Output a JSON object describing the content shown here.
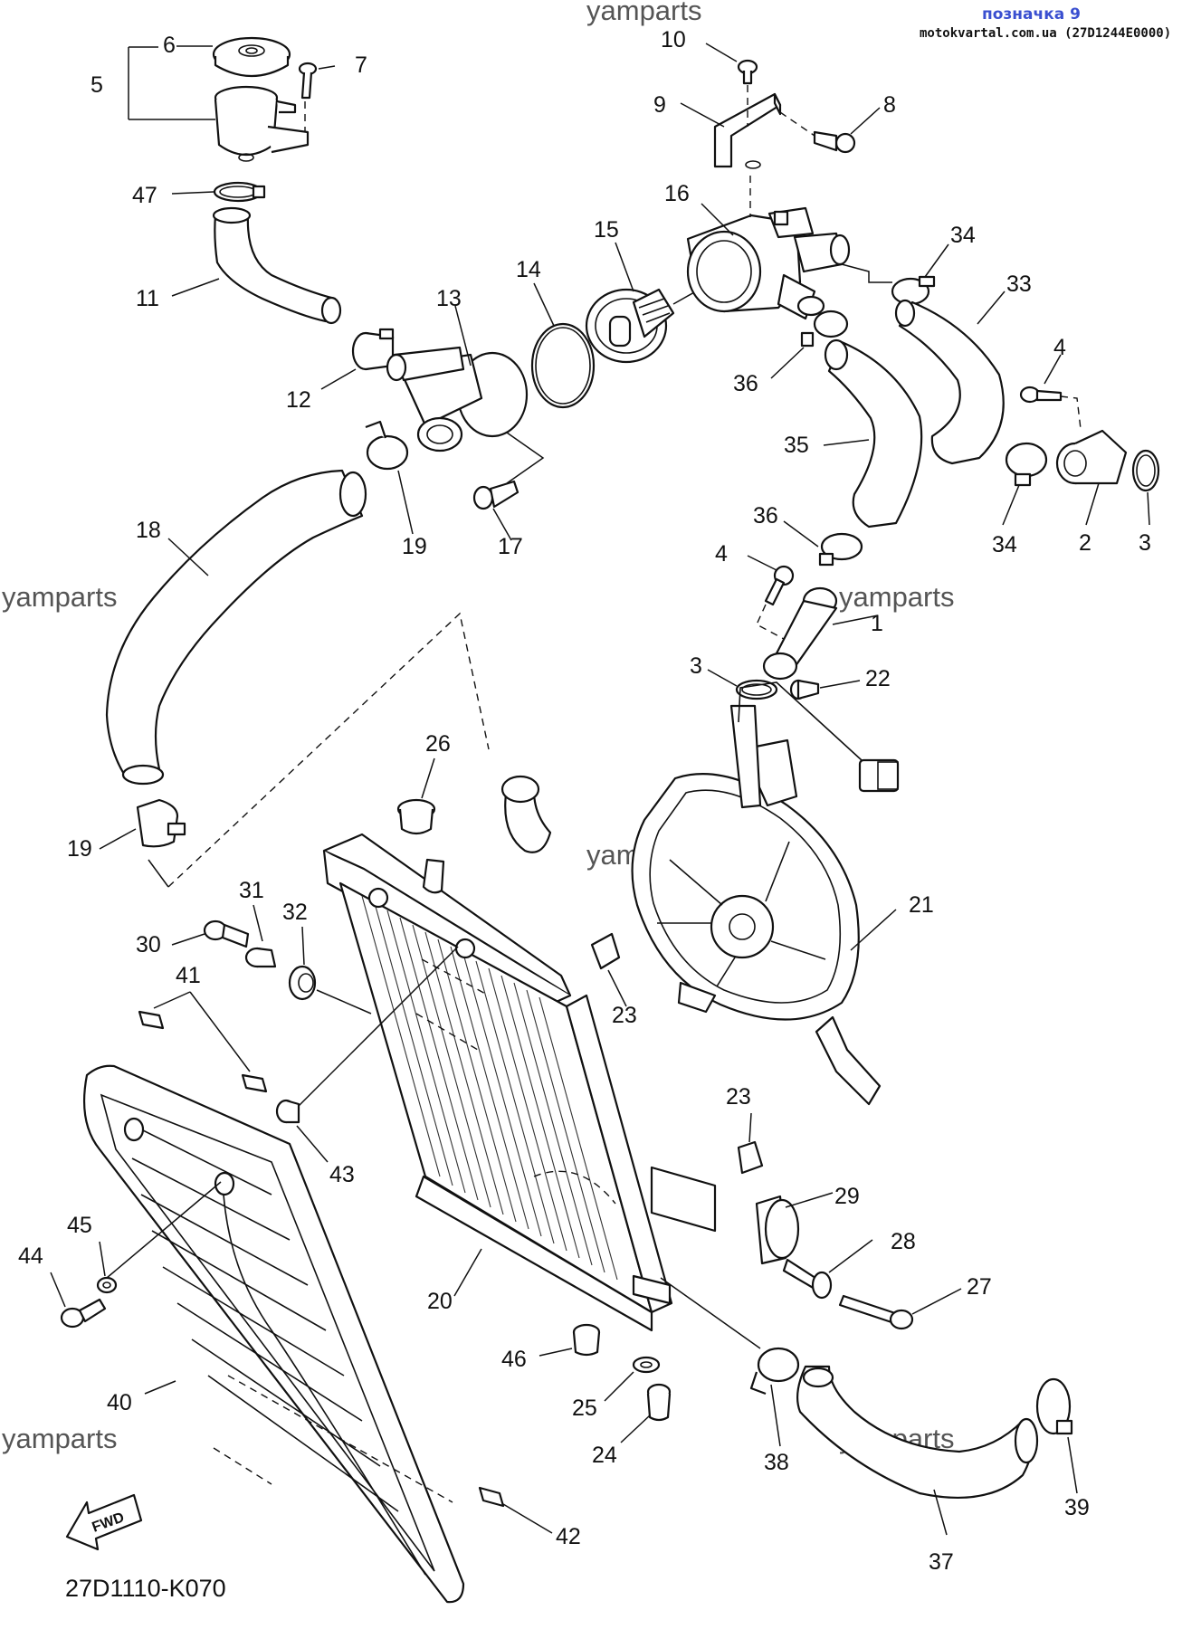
{
  "header": {
    "label": "позначка 9",
    "source": "motokvartal.com.ua (27D1244E0000)",
    "watermark_top": "yamparts"
  },
  "watermarks": [
    "yamparts",
    "yamparts",
    "yamparts",
    "yamparts",
    "yamparts",
    "yamparts"
  ],
  "diagram_code": "27D1110-K070",
  "fwd_label": "FWD",
  "callouts": {
    "c1": "1",
    "c2": "2",
    "c3a": "3",
    "c3b": "3",
    "c4a": "4",
    "c4b": "4",
    "c5": "5",
    "c6": "6",
    "c7": "7",
    "c8": "8",
    "c9": "9",
    "c10": "10",
    "c11": "11",
    "c12": "12",
    "c13": "13",
    "c14": "14",
    "c15": "15",
    "c16": "16",
    "c17": "17",
    "c18": "18",
    "c19a": "19",
    "c19b": "19",
    "c20": "20",
    "c21": "21",
    "c22": "22",
    "c23a": "23",
    "c23b": "23",
    "c24": "24",
    "c25": "25",
    "c26": "26",
    "c27": "27",
    "c28": "28",
    "c29": "29",
    "c30": "30",
    "c31": "31",
    "c32": "32",
    "c33": "33",
    "c34a": "34",
    "c34b": "34",
    "c35": "35",
    "c36a": "36",
    "c36b": "36",
    "c37": "37",
    "c38": "38",
    "c39": "39",
    "c40": "40",
    "c41": "41",
    "c42": "42",
    "c43": "43",
    "c44": "44",
    "c45": "45",
    "c46": "46",
    "c47": "47"
  }
}
